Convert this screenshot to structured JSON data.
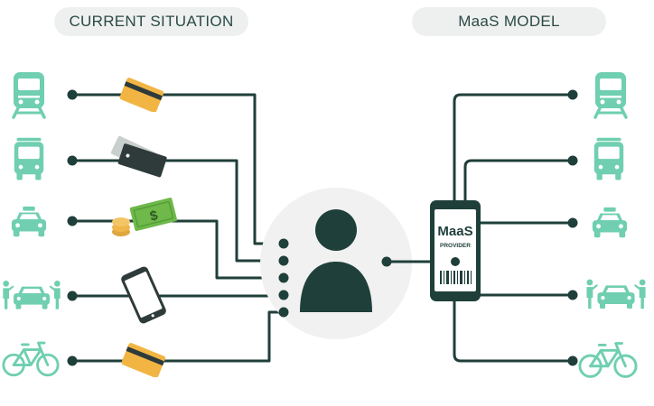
{
  "headers": {
    "current": "CURRENT SITUATION",
    "maas": "MaaS MODEL"
  },
  "phone": {
    "line1": "MaaS",
    "line2": "PROVIDER"
  },
  "payment_methods": [
    "card",
    "paper-tickets",
    "cash",
    "smartphone-app",
    "card"
  ],
  "transport_modes": [
    "train",
    "bus",
    "taxi",
    "car-sharing",
    "bike"
  ],
  "colors": {
    "line": "#1f3f3a",
    "icon_green": "#6fcfb0",
    "card": "#f2b544",
    "cash": "#6fb84a",
    "coin": "#f0b64a",
    "ticket": "#2e3b3a",
    "ticket_back": "#c9cfcd",
    "person_circle": "#f0f1f0",
    "person": "#1f3f3a",
    "header_bg": "#eef0ef"
  }
}
